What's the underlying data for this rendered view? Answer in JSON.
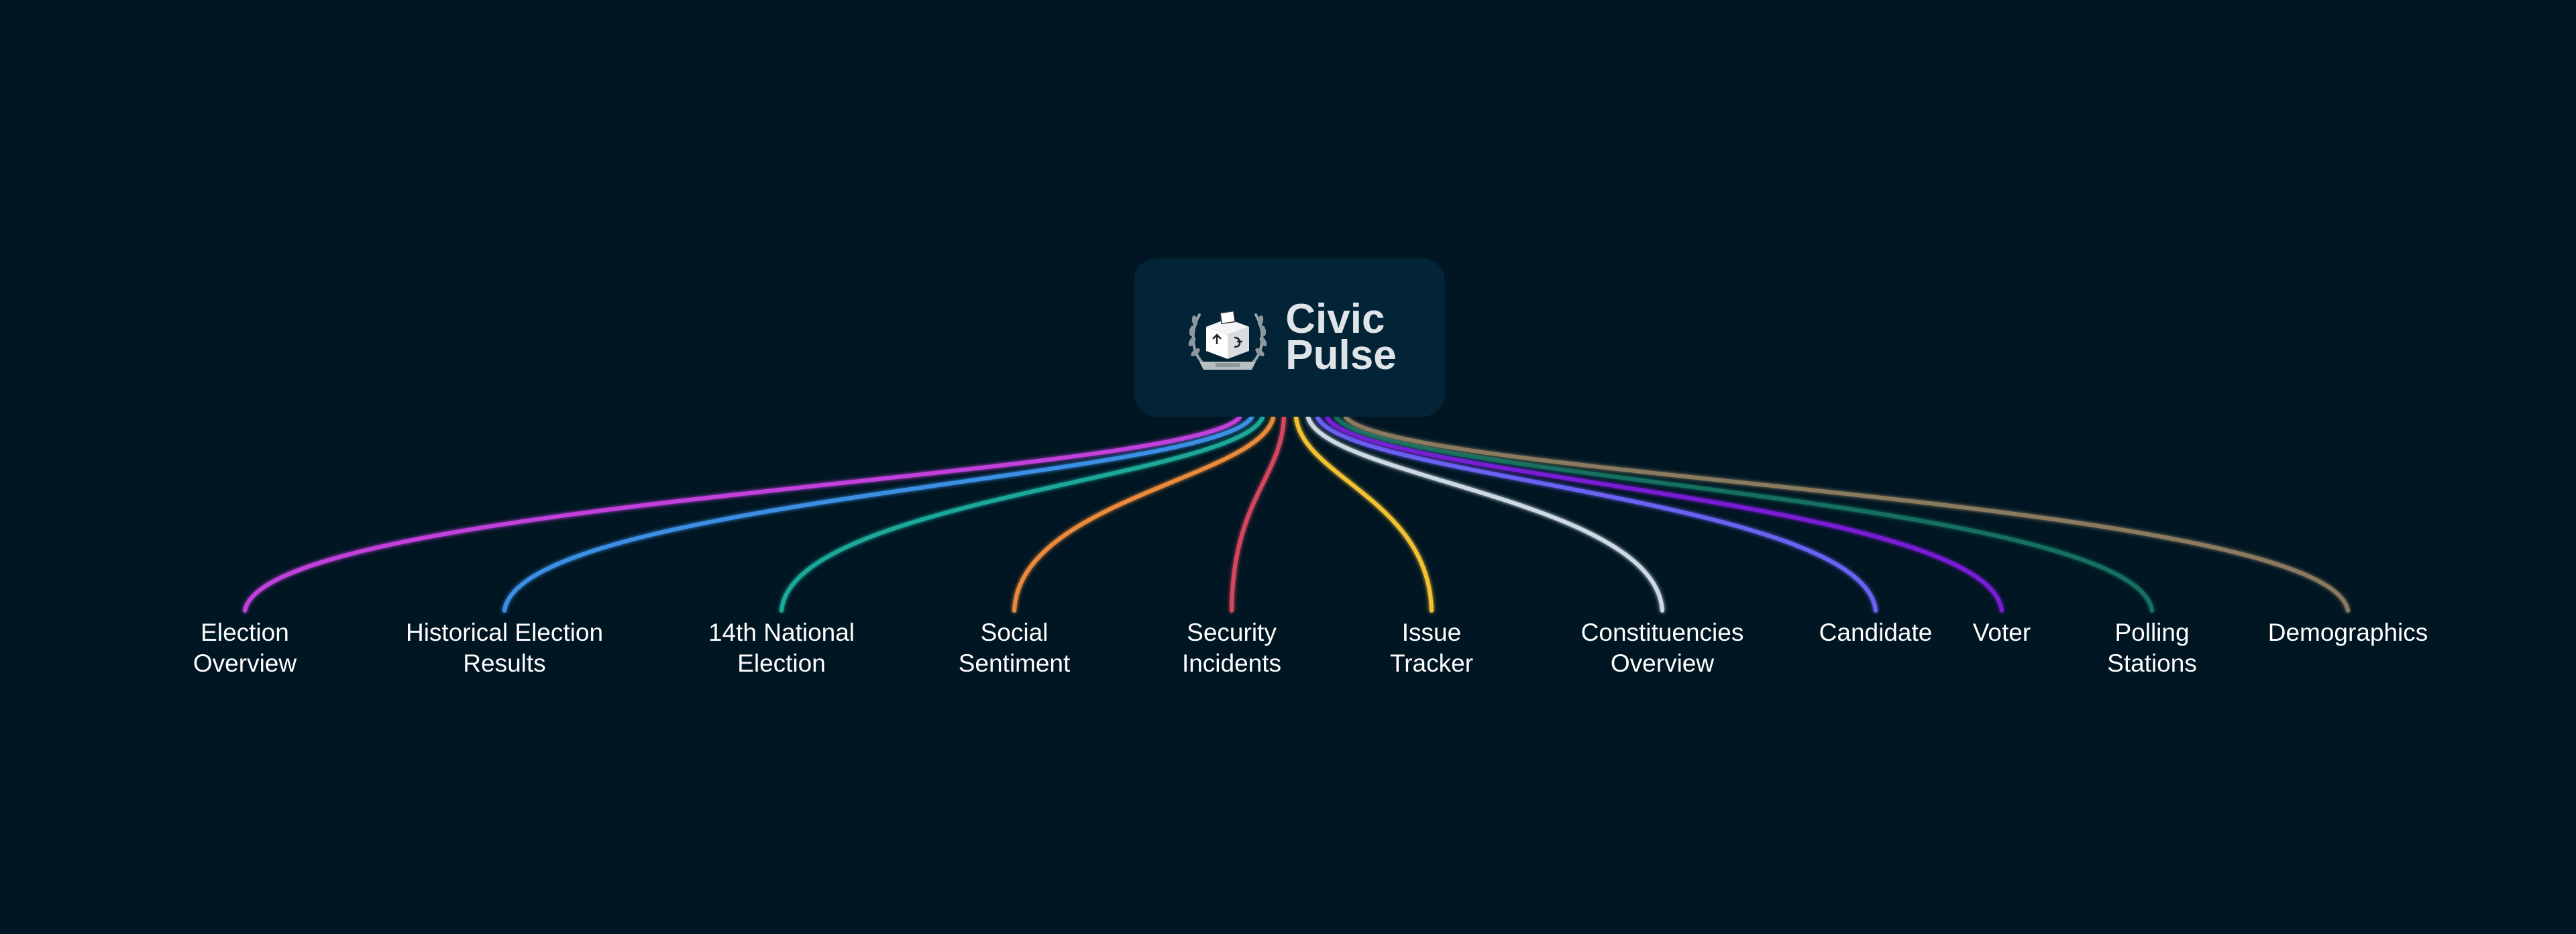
{
  "brand": {
    "line1": "Civic",
    "line2": "Pulse",
    "logo_icon": "ballot-box-laurel-icon"
  },
  "colors": {
    "background": "#001622",
    "card": "#032437",
    "text": "#ffffff"
  },
  "nodes": [
    {
      "lines": [
        "Election",
        "Overview"
      ],
      "color": "#c23fdc"
    },
    {
      "lines": [
        "Historical Election",
        "Results"
      ],
      "color": "#3b8fe4"
    },
    {
      "lines": [
        "14th National",
        "Election"
      ],
      "color": "#1aa99a"
    },
    {
      "lines": [
        "Social",
        "Sentiment"
      ],
      "color": "#ec8a3a"
    },
    {
      "lines": [
        "Security",
        "Incidents"
      ],
      "color": "#d5465e"
    },
    {
      "lines": [
        "Issue",
        "Tracker"
      ],
      "color": "#f4c132"
    },
    {
      "lines": [
        "Constituencies",
        "Overview"
      ],
      "color": "#cdd9e3"
    },
    {
      "lines": [
        "Candidate"
      ],
      "color": "#6a62f2"
    },
    {
      "lines": [
        "Voter"
      ],
      "color": "#7a1fd6"
    },
    {
      "lines": [
        "Polling",
        "Stations"
      ],
      "color": "#12705f"
    },
    {
      "lines": [
        "Demographics"
      ],
      "color": "#8a7a5e"
    }
  ]
}
